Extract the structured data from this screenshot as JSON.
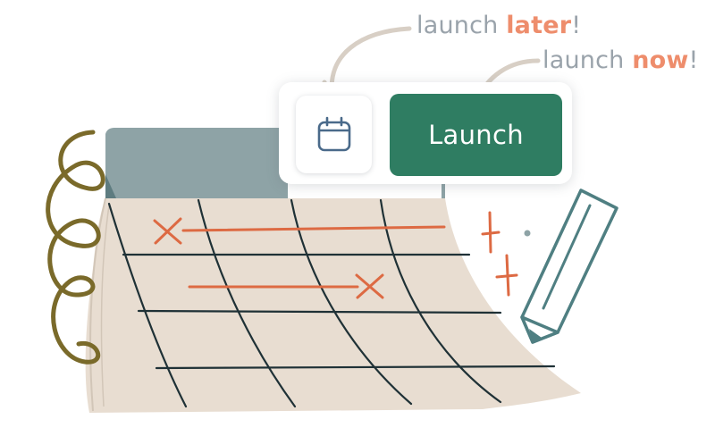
{
  "captions": {
    "later": {
      "prefix": "launch ",
      "emphasis": "later",
      "suffix": "!"
    },
    "now": {
      "prefix": "launch ",
      "emphasis": "now",
      "suffix": "!"
    }
  },
  "toolbar": {
    "schedule_icon": "calendar-icon",
    "launch_label": "Launch"
  },
  "illustration": {
    "subject": "tear-off calendar with pencil",
    "icons": [
      "calendar-icon",
      "pencil-icon",
      "cross-mark-icon",
      "sparkle-icon"
    ]
  },
  "colors": {
    "launch_button": "#2f7d62",
    "caption_text": "#9aa3ab",
    "caption_emphasis": "#ee8d6c",
    "calendar_paper": "#e8ddd1",
    "calendar_binding": "#8ea3a6",
    "grid_lines": "#1f3136",
    "cross_marks": "#dd6a43",
    "spiral": "#7a6a2a",
    "pencil": "#4f7f82",
    "arrows": "#d8cfc5"
  }
}
